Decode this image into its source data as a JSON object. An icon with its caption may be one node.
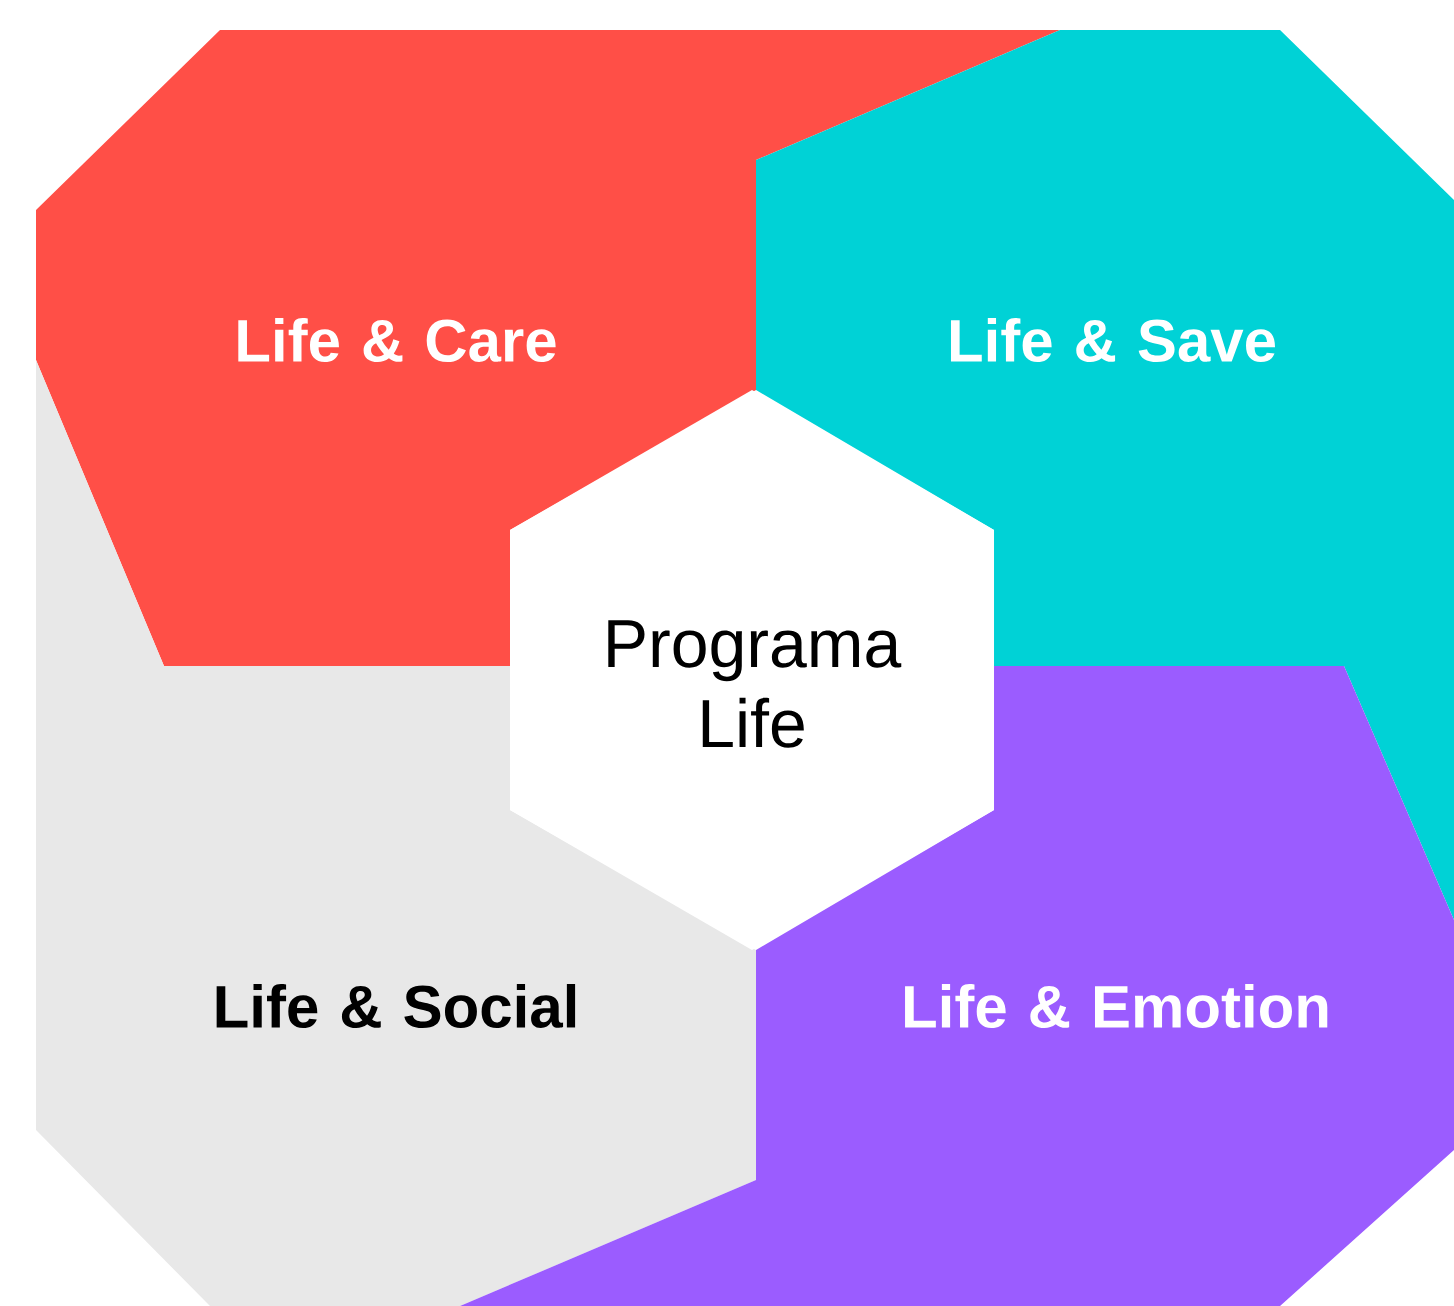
{
  "diagram": {
    "nodes": [
      {
        "text": [
          "Life & Care"
        ]
      },
      {
        "text": [
          "Life & Save"
        ]
      },
      {
        "text": [
          "Programa Life"
        ]
      },
      {
        "text": [
          "Life & Social"
        ]
      },
      {
        "text": [
          "Life & Emotion"
        ]
      }
    ]
  }
}
